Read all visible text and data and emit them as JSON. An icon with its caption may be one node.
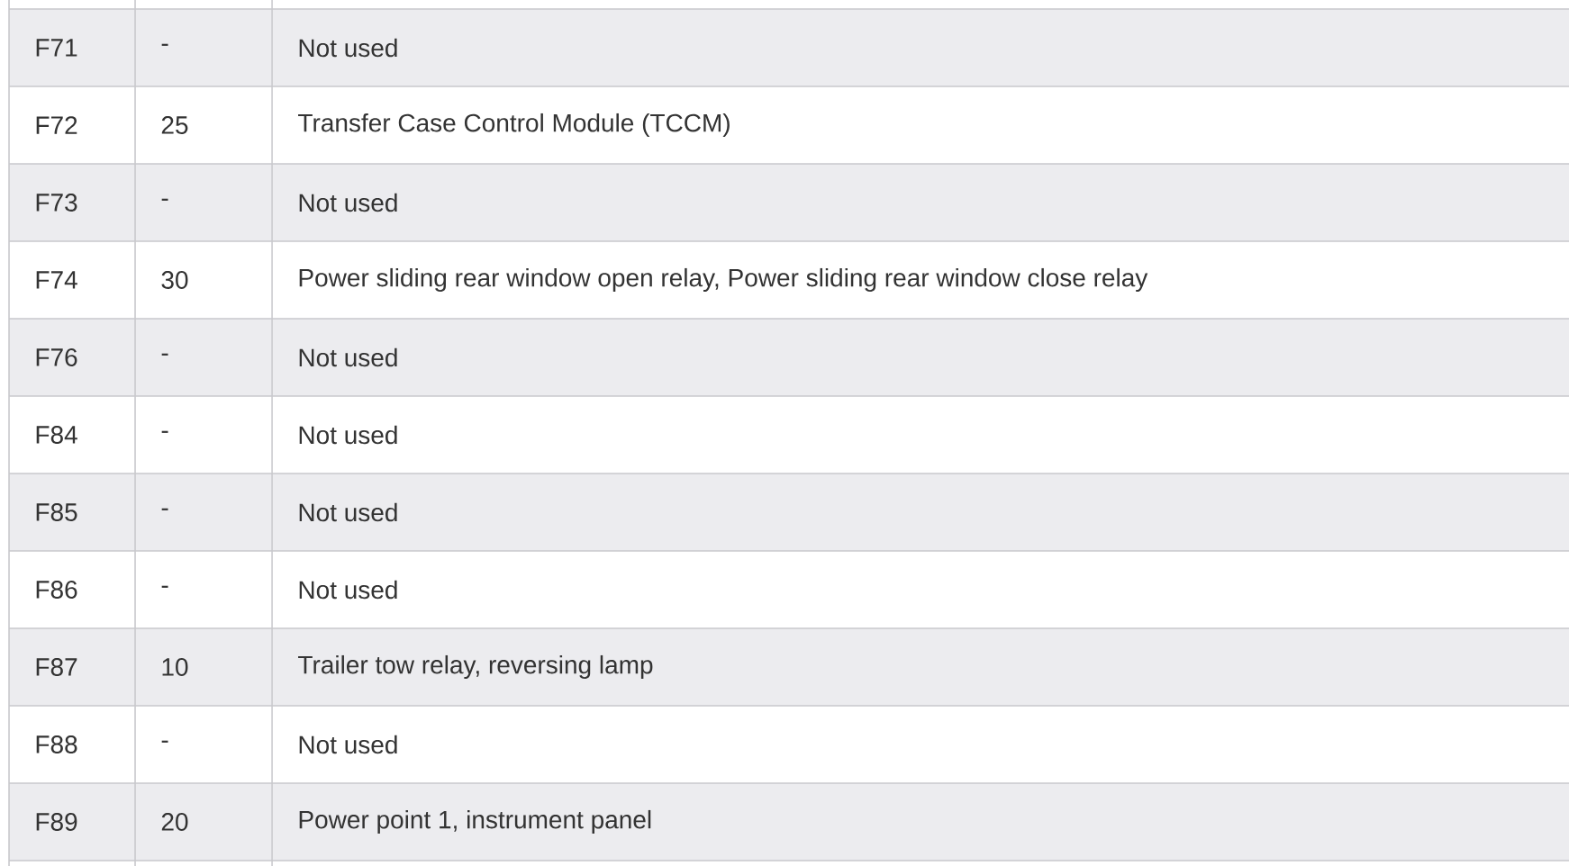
{
  "diagram": {
    "labels": [
      "F71",
      "-",
      "Not used",
      "F72",
      "25",
      "Transfer Case Control Module (TCCM)",
      "F73",
      "-",
      "Not used",
      "F74",
      "30",
      "Power sliding rear window open relay, Power sliding rear window close relay",
      "F76",
      "-",
      "Not used",
      "F84",
      "-",
      "Not used",
      "F85",
      "-",
      "Not used",
      "F86",
      "-",
      "Not used",
      "F87",
      "10",
      "Trailer tow relay, reversing lamp",
      "F88",
      "-",
      "Not used",
      "F89",
      "20",
      "Power point 1, instrument panel"
    ]
  }
}
